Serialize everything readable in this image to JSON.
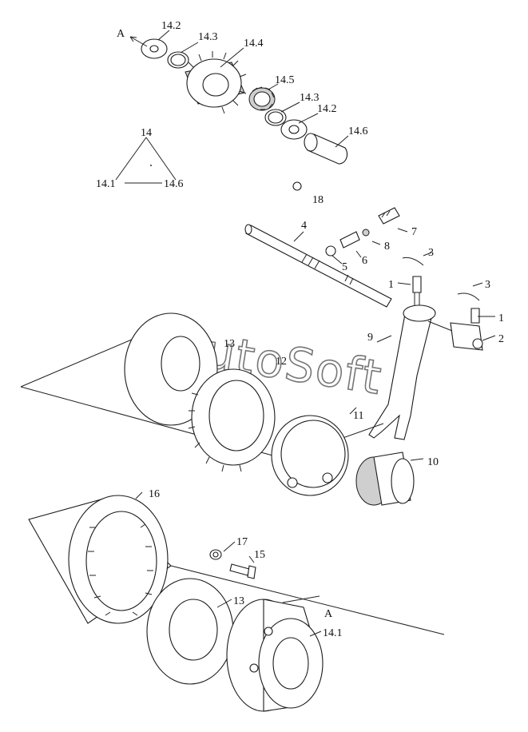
{
  "labels": {
    "a_top": "A",
    "p14_2_top": "14.2",
    "p14_3_top": "14.3",
    "p14_4": "14.4",
    "p14_5": "14.5",
    "p14_3_b": "14.3",
    "p14_2_b": "14.2",
    "p14_6": "14.6",
    "p14": "14",
    "p14_1_key": "14.1",
    "p14_6_key": "14.6",
    "p18": "18",
    "p4": "4",
    "p7": "7",
    "p8": "8",
    "p6": "6",
    "p5": "5",
    "p3_a": "3",
    "p3_b": "3",
    "p1_a": "1",
    "p1_b": "1",
    "p2": "2",
    "p9": "9",
    "p13_top": "13",
    "p12": "12",
    "p11": "11",
    "p10": "10",
    "p16": "16",
    "p17": "17",
    "p15": "15",
    "p13_bot": "13",
    "a_bot": "A",
    "p14_1": "14.1"
  },
  "watermark": "AutoSoft"
}
